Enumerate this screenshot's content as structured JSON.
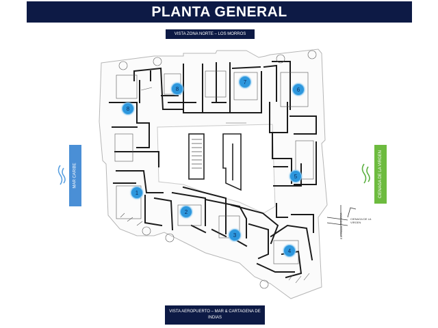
{
  "title": "PLANTA GENERAL",
  "views": {
    "north": "VISTA ZONA NORTE – LOS MORROS",
    "south": "VISTA AEROPUERTO – MAR & CARTAGENA DE INDIAS",
    "west": "MAR CARIBE",
    "east": "CIENAGA DE LA VIRGEN"
  },
  "units": [
    "1",
    "2",
    "3",
    "4",
    "5",
    "6",
    "7",
    "8",
    "8"
  ],
  "annotations": {
    "entry_a": "CIENAGA",
    "entry_b": "CIENAGA DE LA VIRGEN",
    "entry_c": "ENTRADA"
  },
  "colors": {
    "header_bg": "#0d1a45",
    "west_label": "#4a8fd6",
    "east_label": "#6dbb3f",
    "unit_marker": "#2d97dd",
    "wave_west": "#5aa0e0",
    "wave_east": "#5bb040"
  }
}
